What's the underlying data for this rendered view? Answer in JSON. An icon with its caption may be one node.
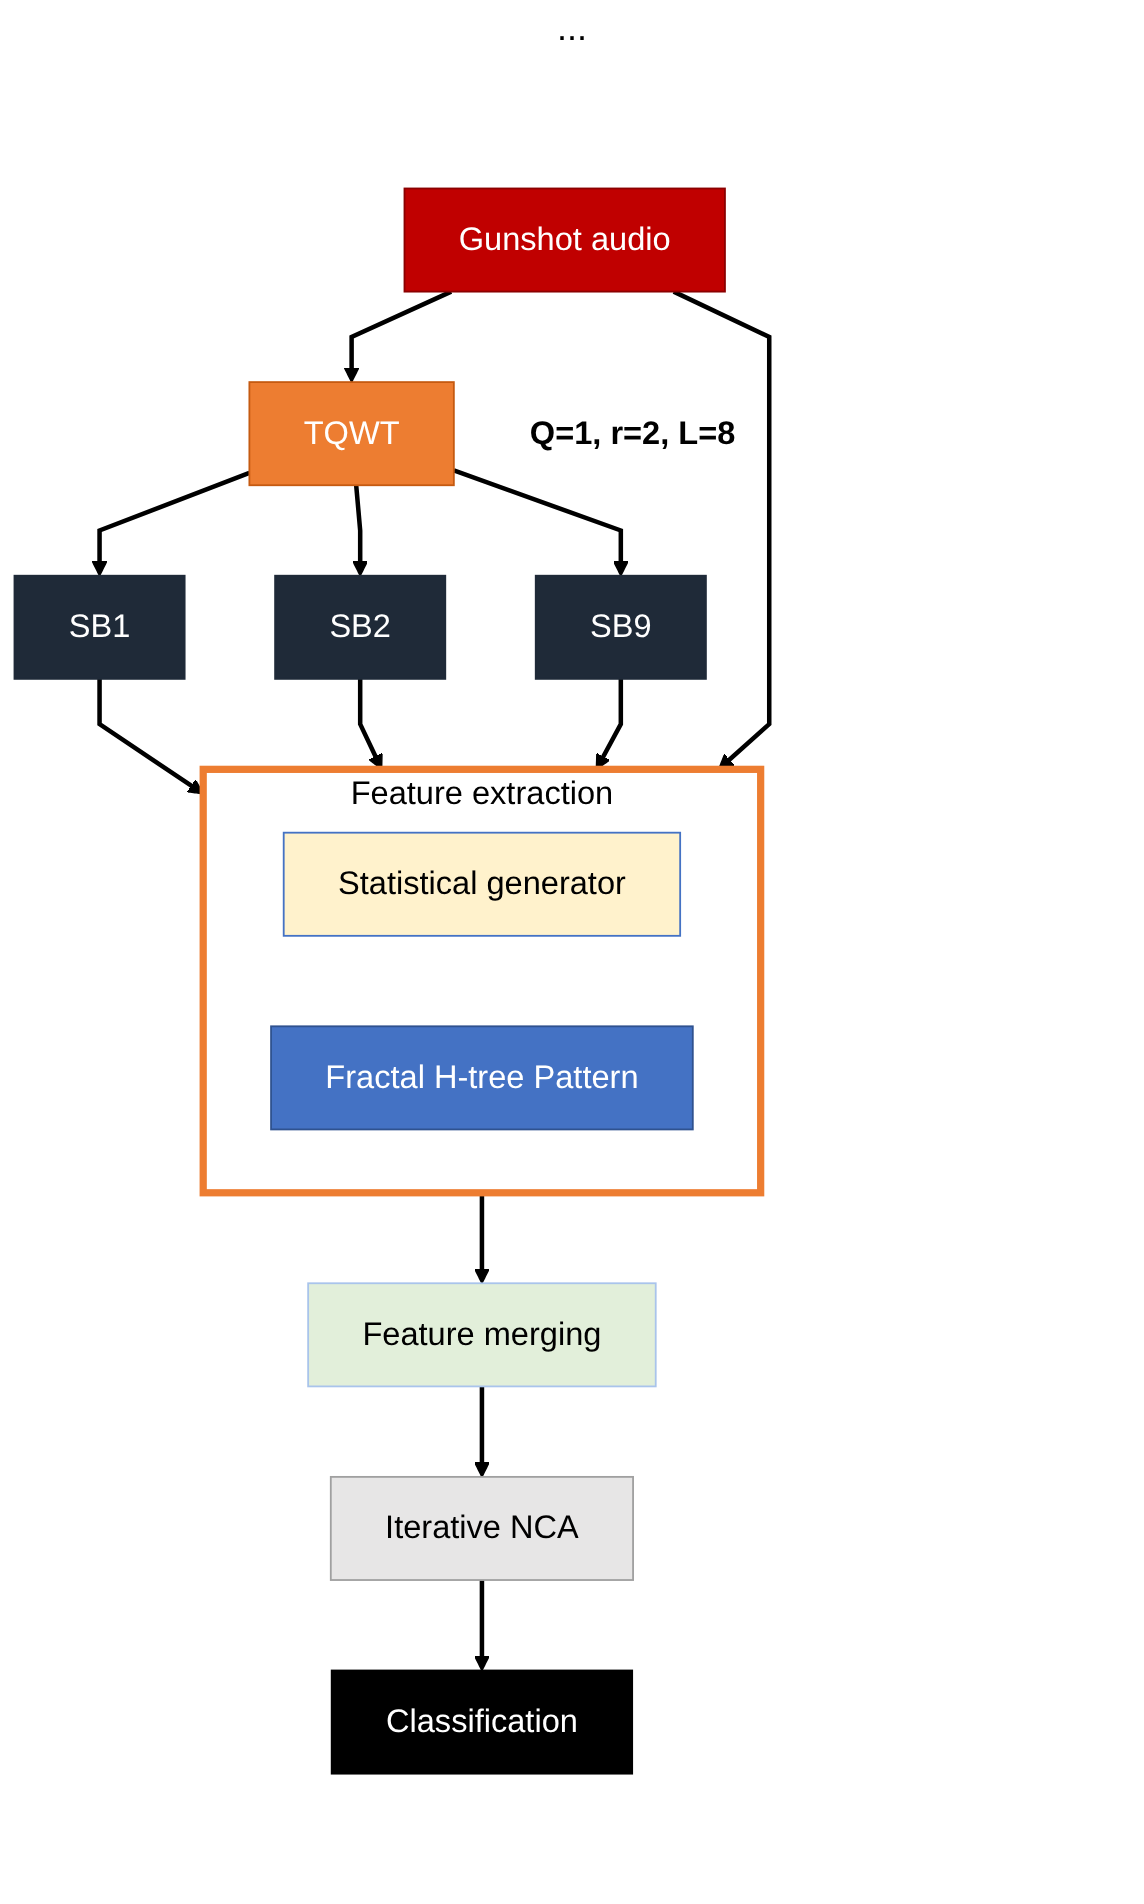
{
  "diagram": {
    "nodes": [
      {
        "text": [
          "Gunshot audio"
        ]
      },
      {
        "text": [
          "TQWT"
        ],
        "beside": [
          "Q=1, r=2, L=8"
        ]
      },
      {
        "text": [
          "SB1"
        ]
      },
      {
        "text": [
          "SB2"
        ]
      },
      {
        "text": [
          "SB9"
        ]
      },
      {
        "text": [
          "Feature extraction"
        ]
      },
      {
        "text": [
          "Statistical generator"
        ],
        "in": 5
      },
      {
        "text": [
          "Fractal H-tree Pattern"
        ],
        "in": 5
      },
      {
        "text": [
          "Feature merging"
        ]
      },
      {
        "text": [
          "Iterative NCA"
        ]
      },
      {
        "text": [
          "Classification"
        ]
      }
    ],
    "edges": [
      {
        "from": 0,
        "to": 1,
        "arrow": "to"
      },
      {
        "from": 1,
        "to": 2,
        "arrow": "to"
      },
      {
        "from": 1,
        "to": 3,
        "arrow": "to"
      },
      {
        "from": 1,
        "to": 4,
        "arrow": "to"
      },
      {
        "from": 2,
        "to": 5,
        "arrow": "to"
      },
      {
        "from": 3,
        "to": 5,
        "arrow": "to"
      },
      {
        "from": 4,
        "to": 5,
        "arrow": "to"
      },
      {
        "from": 0,
        "to": 5,
        "arrow": "to"
      },
      {
        "from": 5,
        "to": 8,
        "arrow": "to"
      },
      {
        "from": 8,
        "to": 9,
        "arrow": "to"
      },
      {
        "from": 9,
        "to": 10,
        "arrow": "to"
      }
    ],
    "labels": [
      "..."
    ]
  }
}
